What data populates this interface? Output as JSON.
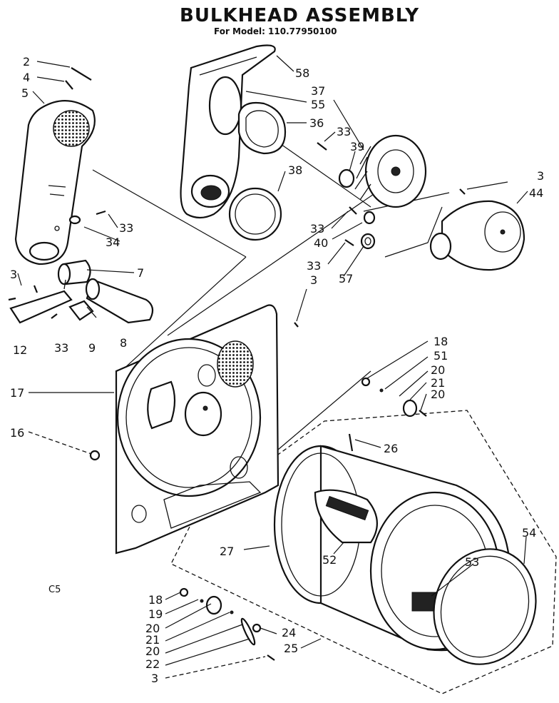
{
  "title": "BULKHEAD ASSEMBLY",
  "subtitle": "For Model: 110.77950100",
  "corner_code": "C5",
  "labels": {
    "l2": "2",
    "l4": "4",
    "l5": "5",
    "l3a": "3",
    "l12": "12",
    "l33a": "33",
    "l9": "9",
    "l8": "8",
    "l7": "7",
    "l33b": "33",
    "l34": "34",
    "l58": "58",
    "l37": "37",
    "l55": "55",
    "l36": "36",
    "l33c": "33",
    "l39": "39",
    "l38": "38",
    "l3b": "3",
    "l44": "44",
    "l33d": "33",
    "l40": "40",
    "l33e": "33",
    "l57": "57",
    "l3c": "3",
    "l18a": "18",
    "l51": "51",
    "l20a": "20",
    "l21a": "21",
    "l20b": "20",
    "l17": "17",
    "l16": "16",
    "l26": "26",
    "l27": "27",
    "l52": "52",
    "l53": "53",
    "l54": "54",
    "l18b": "18",
    "l19": "19",
    "l20c": "20",
    "l21b": "21",
    "l20d": "20",
    "l22": "22",
    "l3d": "3",
    "l24": "24",
    "l25": "25"
  }
}
